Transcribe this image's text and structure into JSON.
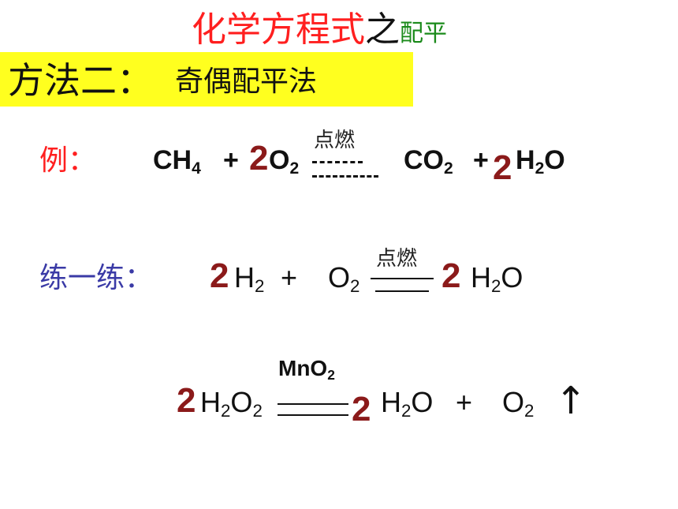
{
  "title": {
    "part1": "化学方程式",
    "part2": "之",
    "part3": "配平"
  },
  "method": {
    "heading": "方法二：",
    "name": "奇偶配平法"
  },
  "example": {
    "label": "例：",
    "condition": "点燃",
    "left1": "CH",
    "left1_sub": "4",
    "plus1": "+",
    "coef_o2": "2",
    "o2": "O",
    "o2_sub": "2",
    "co2": "CO",
    "co2_sub": "2",
    "plus2": "+",
    "coef_h2o": "2",
    "h2o_h": "H",
    "h2o_sub": "2",
    "h2o_o": "O"
  },
  "practice": {
    "label": "练一练：",
    "condition": "点燃",
    "coef_h2": "2",
    "h2": "H",
    "h2_sub": "2",
    "plus": "+",
    "o2": "O",
    "o2_sub": "2",
    "coef_h2o": "2",
    "h2o_h": "H",
    "h2o_sub": "2",
    "h2o_o": "O"
  },
  "decomposition": {
    "catalyst": "MnO",
    "catalyst_sub": "2",
    "coef_h2o2": "2",
    "h2o2_h": "H",
    "h2o2_sub1": "2",
    "h2o2_o": "O",
    "h2o2_sub2": "2",
    "coef_h2o": "2",
    "h2o_h": "H",
    "h2o_sub": "2",
    "h2o_o": "O",
    "plus": "+",
    "o2": "O",
    "o2_sub": "2",
    "gas_arrow": "↑"
  }
}
